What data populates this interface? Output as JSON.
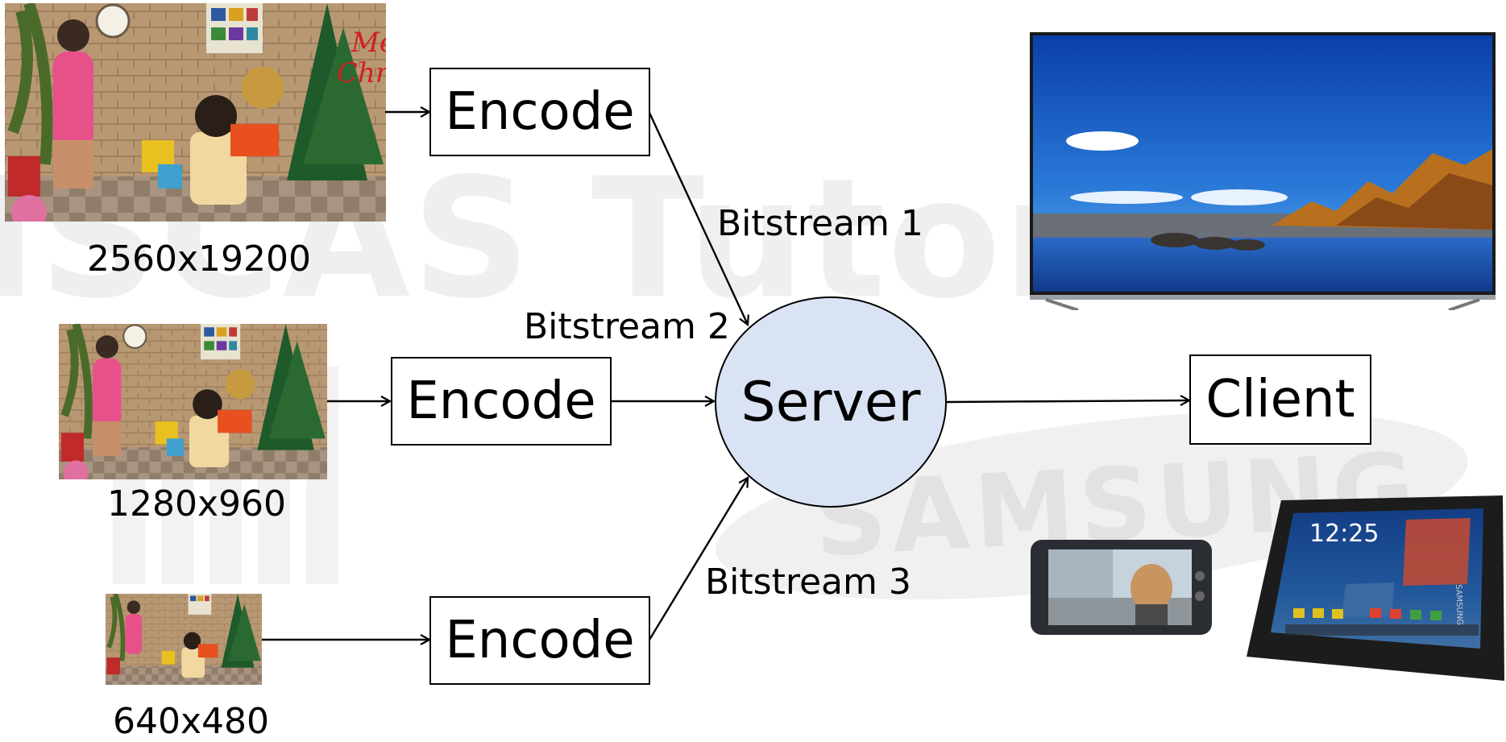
{
  "watermark": {
    "text": "ISCAS Tutorial",
    "logo_text": "SAMSUNG"
  },
  "sources": [
    {
      "resolution": "2560x19200",
      "encoder_label": "Encode"
    },
    {
      "resolution": "1280x960",
      "encoder_label": "Encode"
    },
    {
      "resolution": "640x480",
      "encoder_label": "Encode"
    }
  ],
  "bitstreams": [
    "Bitstream 1",
    "Bitstream 2",
    "Bitstream 3"
  ],
  "server": {
    "label": "Server"
  },
  "client": {
    "label": "Client"
  },
  "devices": {
    "tablet_clock": "12:25",
    "tablet_brand": "SAMSUNG"
  },
  "colors": {
    "server_fill": "#dae3f3",
    "stroke": "#000000",
    "watermark": "#efefef"
  }
}
